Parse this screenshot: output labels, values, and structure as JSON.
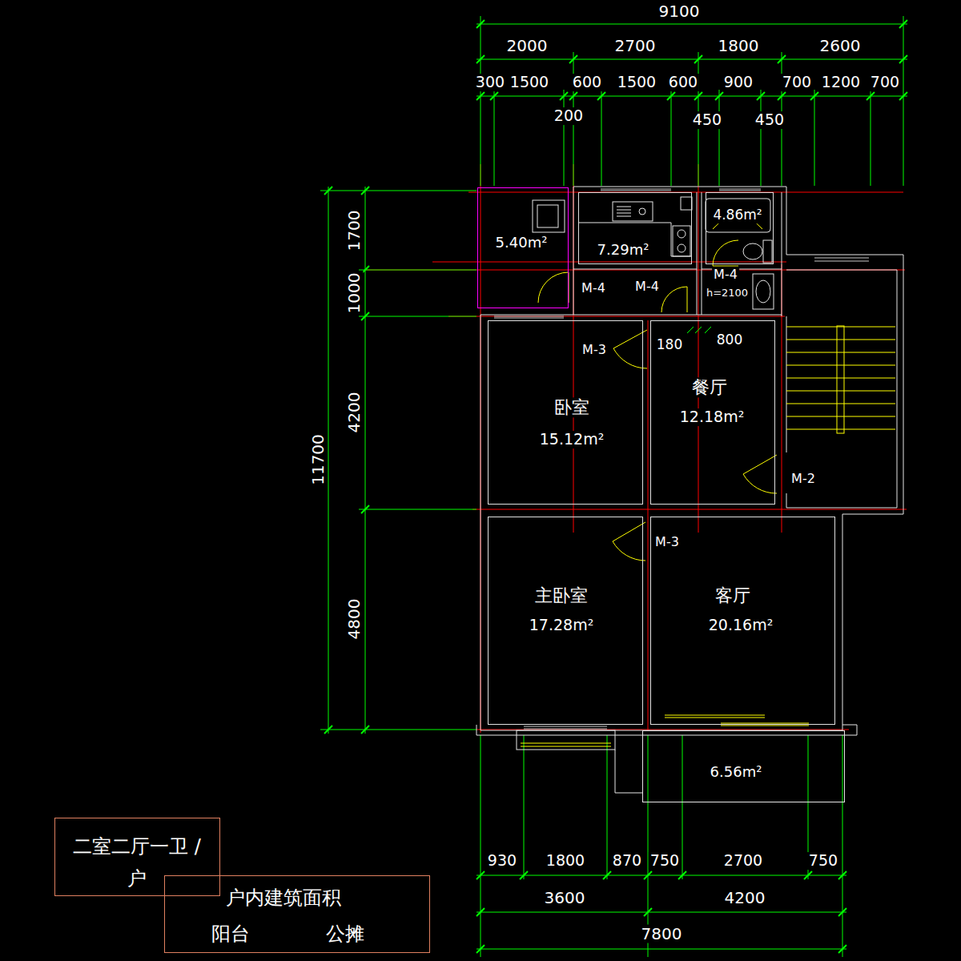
{
  "diagram": {
    "nodes": [
      {
        "text": [
          "5.40m²"
        ]
      },
      {
        "text": [
          "7.29m²"
        ]
      },
      {
        "text": [
          "4.86m²"
        ]
      },
      {
        "text": [
          "卧室",
          "15.12m²"
        ]
      },
      {
        "text": [
          "餐厅",
          "12.18m²"
        ]
      },
      {
        "text": [
          "主卧室",
          "17.28m²"
        ]
      },
      {
        "text": [
          "客厅",
          "20.16m²"
        ]
      },
      {
        "text": [
          "6.56m²"
        ]
      },
      {
        "text": [
          "二室二厅一卫 /户"
        ]
      },
      {
        "text": [
          "户内建筑面积",
          "阳台",
          "公摊"
        ]
      }
    ],
    "labels": [
      "9100",
      "2000",
      "2700",
      "1800",
      "2600",
      "300",
      "1500",
      "600",
      "1500",
      "600",
      "900",
      "700",
      "1200",
      "700",
      "200",
      "450",
      "450",
      "1700",
      "1000",
      "4200",
      "4800",
      "11700",
      "M-4",
      "M-4",
      "M-3",
      "M-4",
      "h=2100",
      "180",
      "800",
      "M-2",
      "M-3",
      "930",
      "1800",
      "870",
      "750",
      "2700",
      "750",
      "3600",
      "4200",
      "7800"
    ]
  }
}
